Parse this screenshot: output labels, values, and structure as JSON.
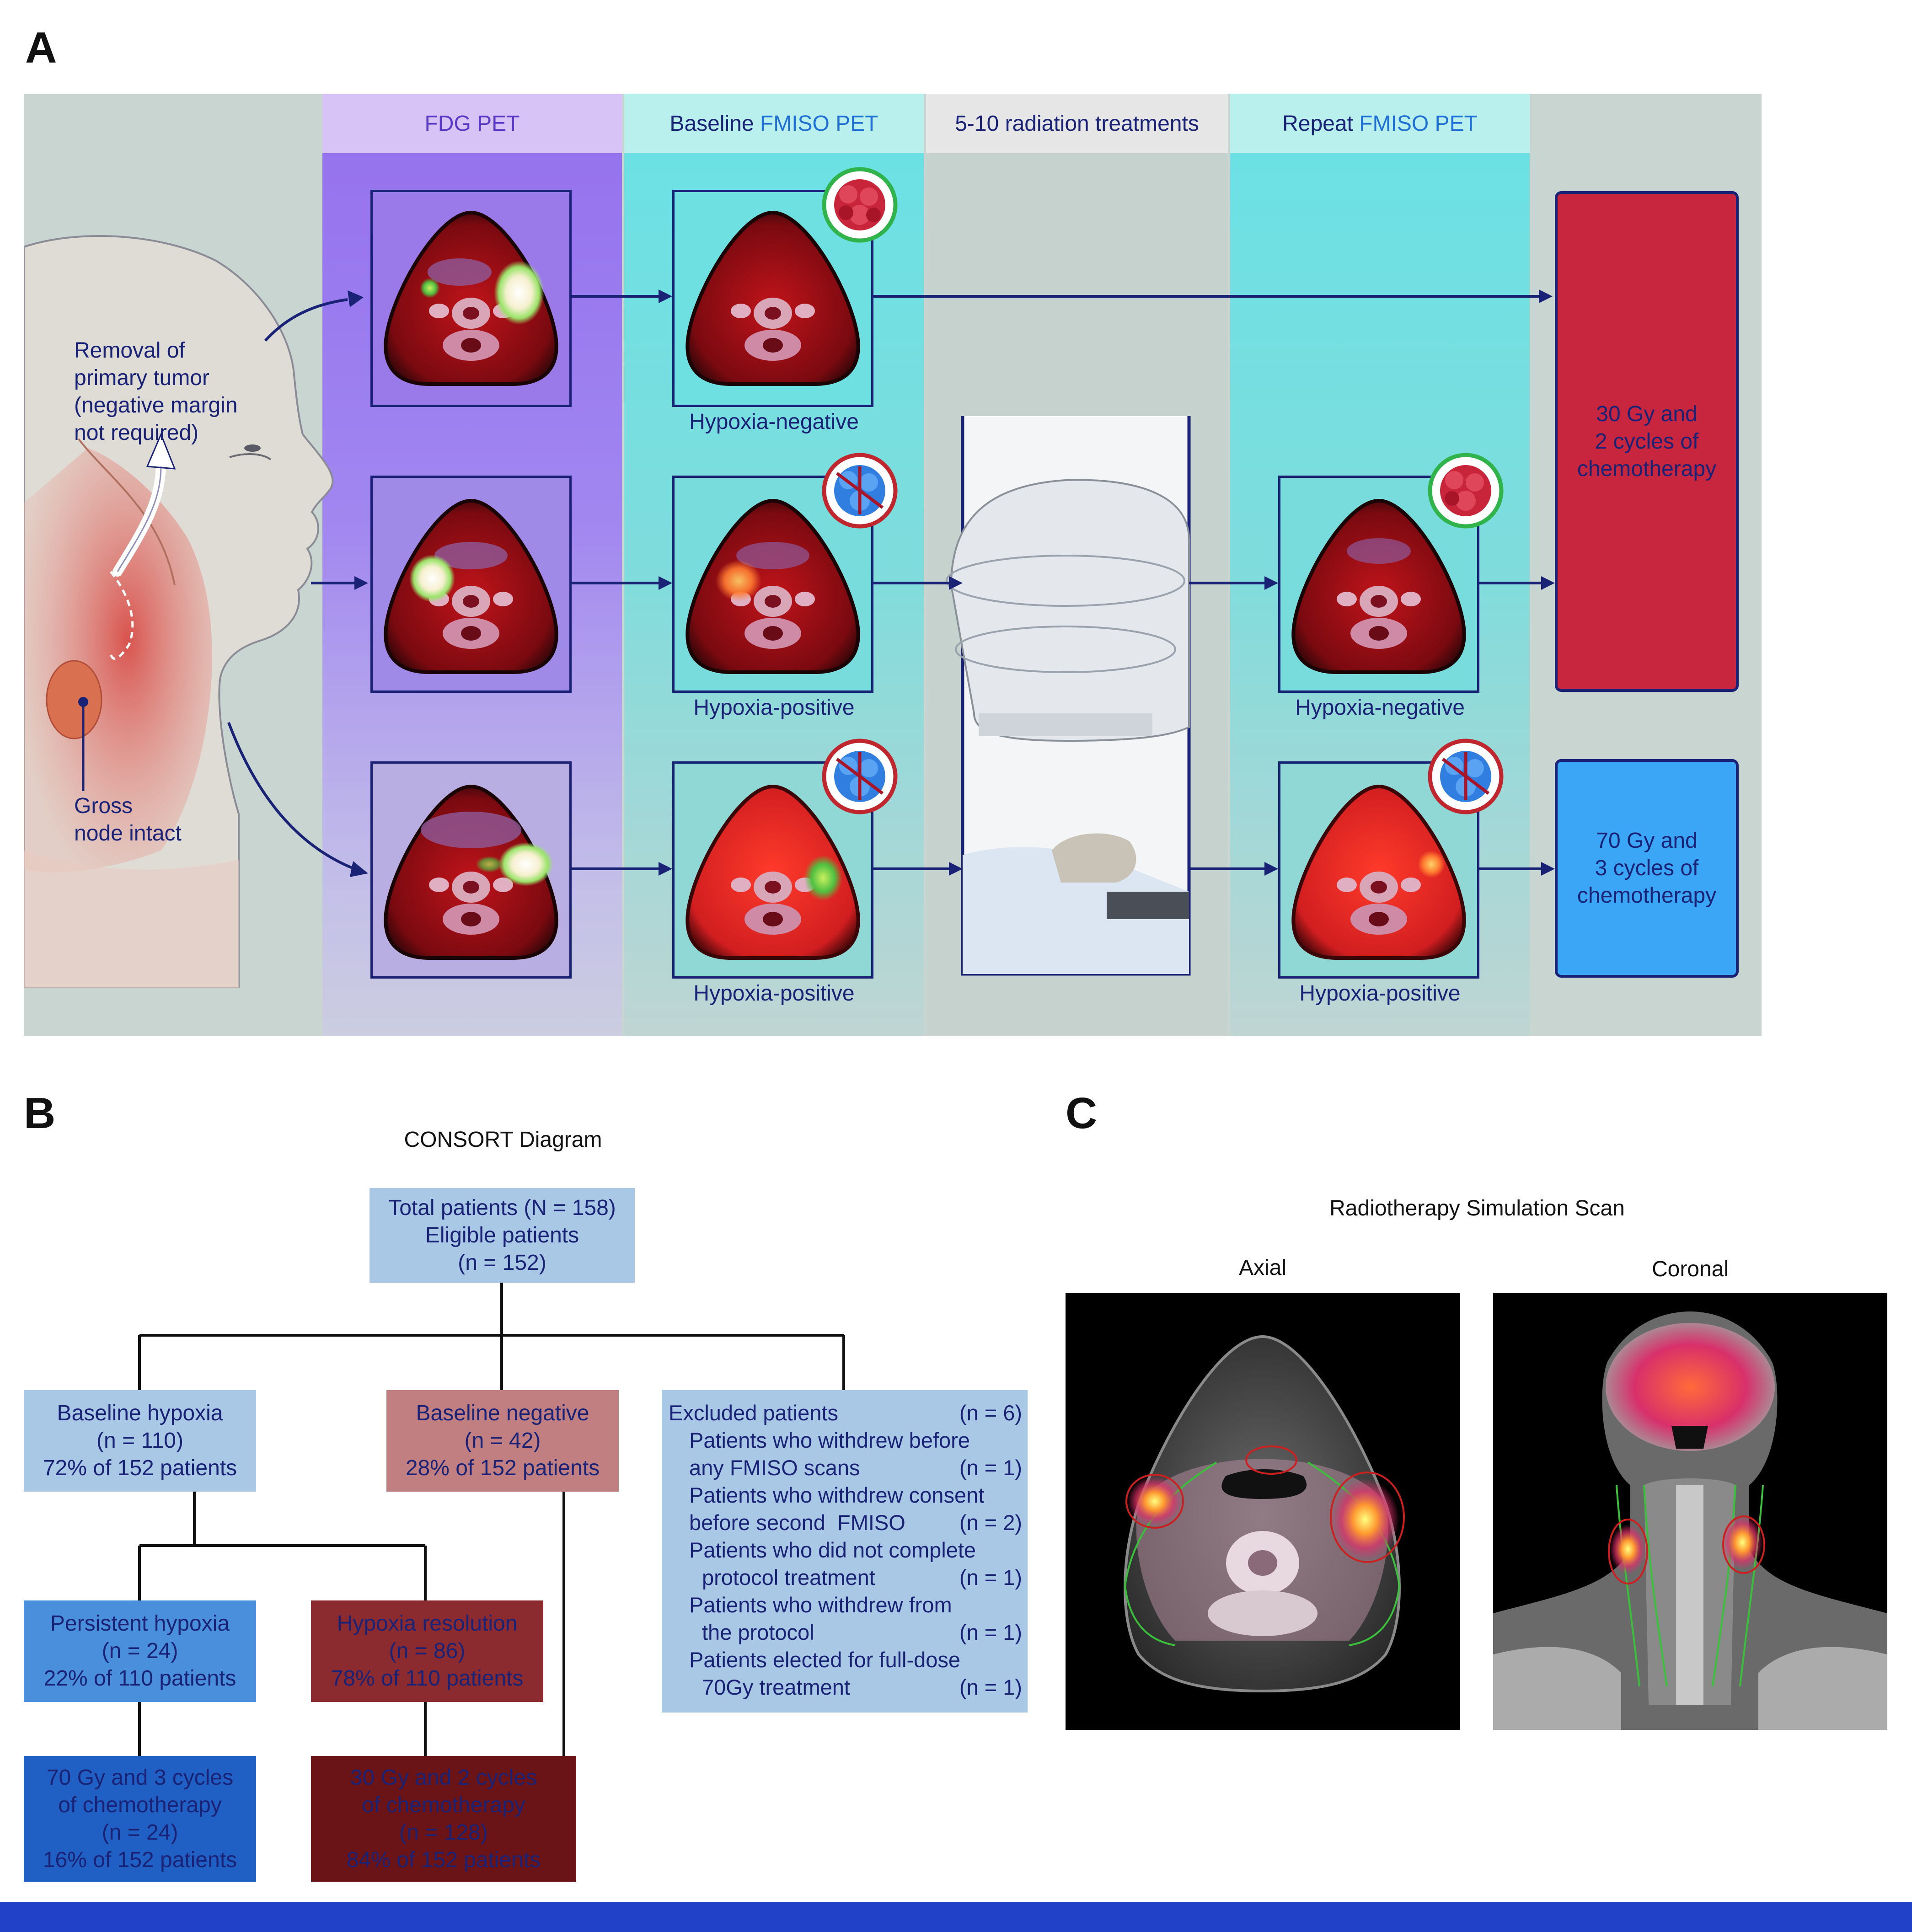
{
  "panel_letters": {
    "a": "A",
    "b": "B",
    "c": "C"
  },
  "panel_a": {
    "headers": {
      "fdg": "FDG PET",
      "baseline_prefix": "Baseline ",
      "baseline_fmiso": "FMISO PET",
      "radiation": "5-10 radiation treatments",
      "repeat_prefix": "Repeat ",
      "repeat_fmiso": "FMISO PET"
    },
    "anatomy": {
      "removal_line1": "Removal of",
      "removal_line2": "primary tumor",
      "removal_line3": "(negative margin",
      "removal_line4": "not required)",
      "node_line1": "Gross",
      "node_line2": "node intact"
    },
    "scan_labels": {
      "baseline_row1": "Hypoxia-negative",
      "baseline_row2": "Hypoxia-positive",
      "baseline_row3": "Hypoxia-positive",
      "repeat_row2": "Hypoxia-negative",
      "repeat_row3": "Hypoxia-positive"
    },
    "outcomes": {
      "low_line1": "30 Gy and",
      "low_line2": "2 cycles of",
      "low_line3": "chemotherapy",
      "high_line1": "70 Gy and",
      "high_line2": "3 cycles of",
      "high_line3": "chemotherapy"
    },
    "colors": {
      "background": "#c9d5d1",
      "fdg_column": "#9f7ff0",
      "fmiso_column": "#6fe1e3",
      "low_dose_box": "#c8253f",
      "high_dose_box": "#3ba6f6",
      "arrow": "#1a2276",
      "normoxic_ring": "#2fb34a",
      "hypoxic_ring": "#c0262e"
    }
  },
  "panel_b": {
    "title": "CONSORT Diagram",
    "total": {
      "line1": "Total patients (N = 158)",
      "line2": "Eligible patients",
      "line3": "(n = 152)"
    },
    "baseline_hypoxia": {
      "line1": "Baseline hypoxia",
      "line2": "(n = 110)",
      "line3": "72% of 152 patients"
    },
    "baseline_negative": {
      "line1": "Baseline negative",
      "line2": "(n = 42)",
      "line3": "28% of 152 patients"
    },
    "excluded": {
      "title": "Excluded patients",
      "title_n": "(n = 6)",
      "r1a": "Patients who withdrew before",
      "r1b": "any FMISO scans",
      "r1n": "(n = 1)",
      "r2a": "Patients who withdrew consent",
      "r2b": "before second  FMISO",
      "r2n": "(n = 2)",
      "r3a": "Patients who did not complete",
      "r3b": "protocol treatment",
      "r3n": "(n = 1)",
      "r4a": "Patients who withdrew from",
      "r4b": "the protocol",
      "r4n": "(n = 1)",
      "r5a": "Patients elected for full-dose",
      "r5b": "70Gy treatment",
      "r5n": "(n = 1)"
    },
    "persistent": {
      "line1": "Persistent hypoxia",
      "line2": "(n = 24)",
      "line3": "22% of 110 patients"
    },
    "resolution": {
      "line1": "Hypoxia resolution",
      "line2": "(n = 86)",
      "line3": "78% of 110 patients"
    },
    "high_dose": {
      "line1": "70 Gy and 3 cycles",
      "line2": "of chemotherapy",
      "line3": "(n = 24)",
      "line4": "16% of 152 patients"
    },
    "low_dose": {
      "line1": "30 Gy and 2 cycles",
      "line2": "of chemotherapy",
      "line3": "(n = 128)",
      "line4": "84% of 152 patients"
    },
    "colors": {
      "total_box": "#a9c8e6",
      "hypoxia_box": "#a9c8e6",
      "negative_box": "#c17f82",
      "excluded_box": "#a9c8e6",
      "persistent_box": "#4a8fdb",
      "resolution_box": "#8b2b30",
      "high_dose_box": "#2060c4",
      "low_dose_box": "#6a1418",
      "text": "#1a2276"
    }
  },
  "panel_c": {
    "title": "Radiotherapy Simulation Scan",
    "axial": "Axial",
    "coronal": "Coronal"
  }
}
